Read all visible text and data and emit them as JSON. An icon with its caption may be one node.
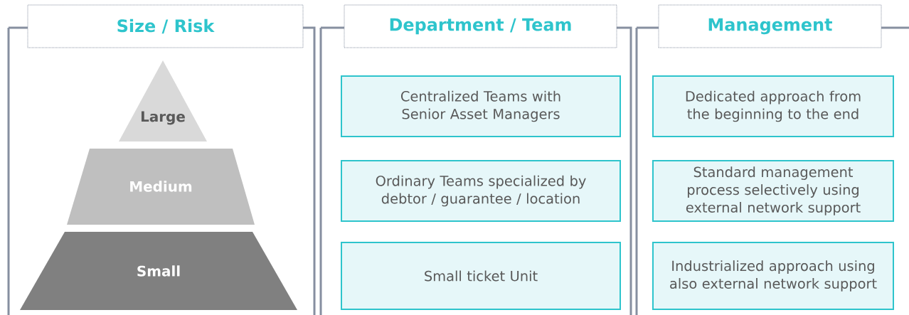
{
  "diagram": {
    "nodes": [
      {
        "text": [
          "Size / Risk"
        ]
      },
      {
        "text": [
          "Department / Team"
        ]
      },
      {
        "text": [
          "Management"
        ]
      },
      {
        "text": [
          "Large"
        ]
      },
      {
        "text": [
          "Medium"
        ]
      },
      {
        "text": [
          "Small"
        ]
      },
      {
        "text": [
          "Centralized Teams with Senior Asset Managers"
        ]
      },
      {
        "text": [
          "Ordinary Teams specialized by debtor / guarantee / location"
        ]
      },
      {
        "text": [
          "Small ticket Unit"
        ]
      },
      {
        "text": [
          "Dedicated approach from the beginning to the end"
        ]
      },
      {
        "text": [
          "Standard management process selectively using external network support"
        ]
      },
      {
        "text": [
          "Industrialized approach using also external network support"
        ]
      }
    ]
  }
}
